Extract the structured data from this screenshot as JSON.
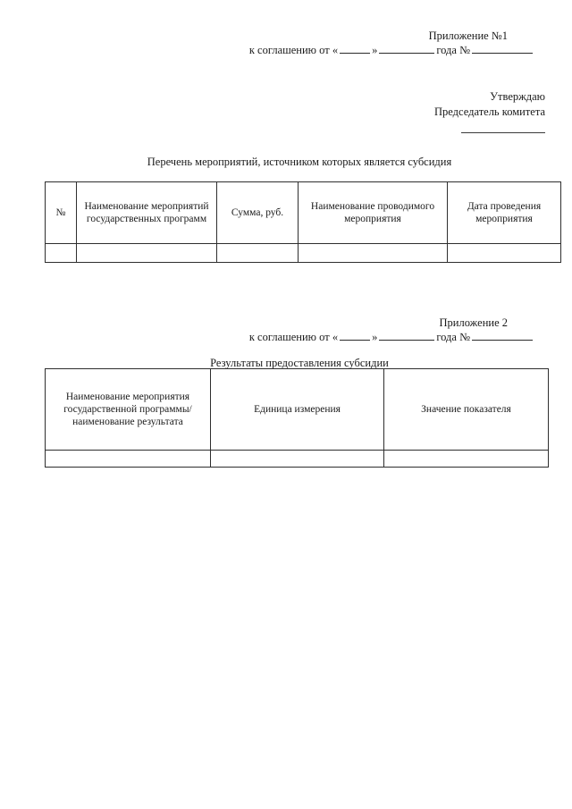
{
  "document": {
    "language": "ru",
    "appendix_1": {
      "title": "Приложение №1",
      "reference_prefix": "к соглашению  от «",
      "reference_quote_close": "»",
      "reference_year": "года №"
    },
    "approval": {
      "approve_word": "Утверждаю",
      "position": "Председатель комитета"
    },
    "section_1": {
      "heading": "Перечень мероприятий, источником которых является субсидия",
      "table": {
        "columns": [
          "№",
          "Наименование мероприятий государственных программ",
          "Сумма, руб.",
          "Наименование проводимого мероприятия",
          "Дата проведения мероприятия"
        ],
        "rows": [
          [
            "",
            "",
            "",
            "",
            ""
          ]
        ]
      }
    },
    "appendix_2": {
      "title": "Приложение 2",
      "reference_prefix": "к соглашению  от «",
      "reference_quote_close": "»",
      "reference_year": "года №"
    },
    "section_2": {
      "heading": "Результаты предоставления субсидии",
      "table": {
        "columns": [
          "Наименование мероприятия государственной программы/наименование результата",
          "Единица измерения",
          "Значение показателя"
        ],
        "rows": [
          [
            "",
            "",
            ""
          ]
        ]
      }
    }
  }
}
